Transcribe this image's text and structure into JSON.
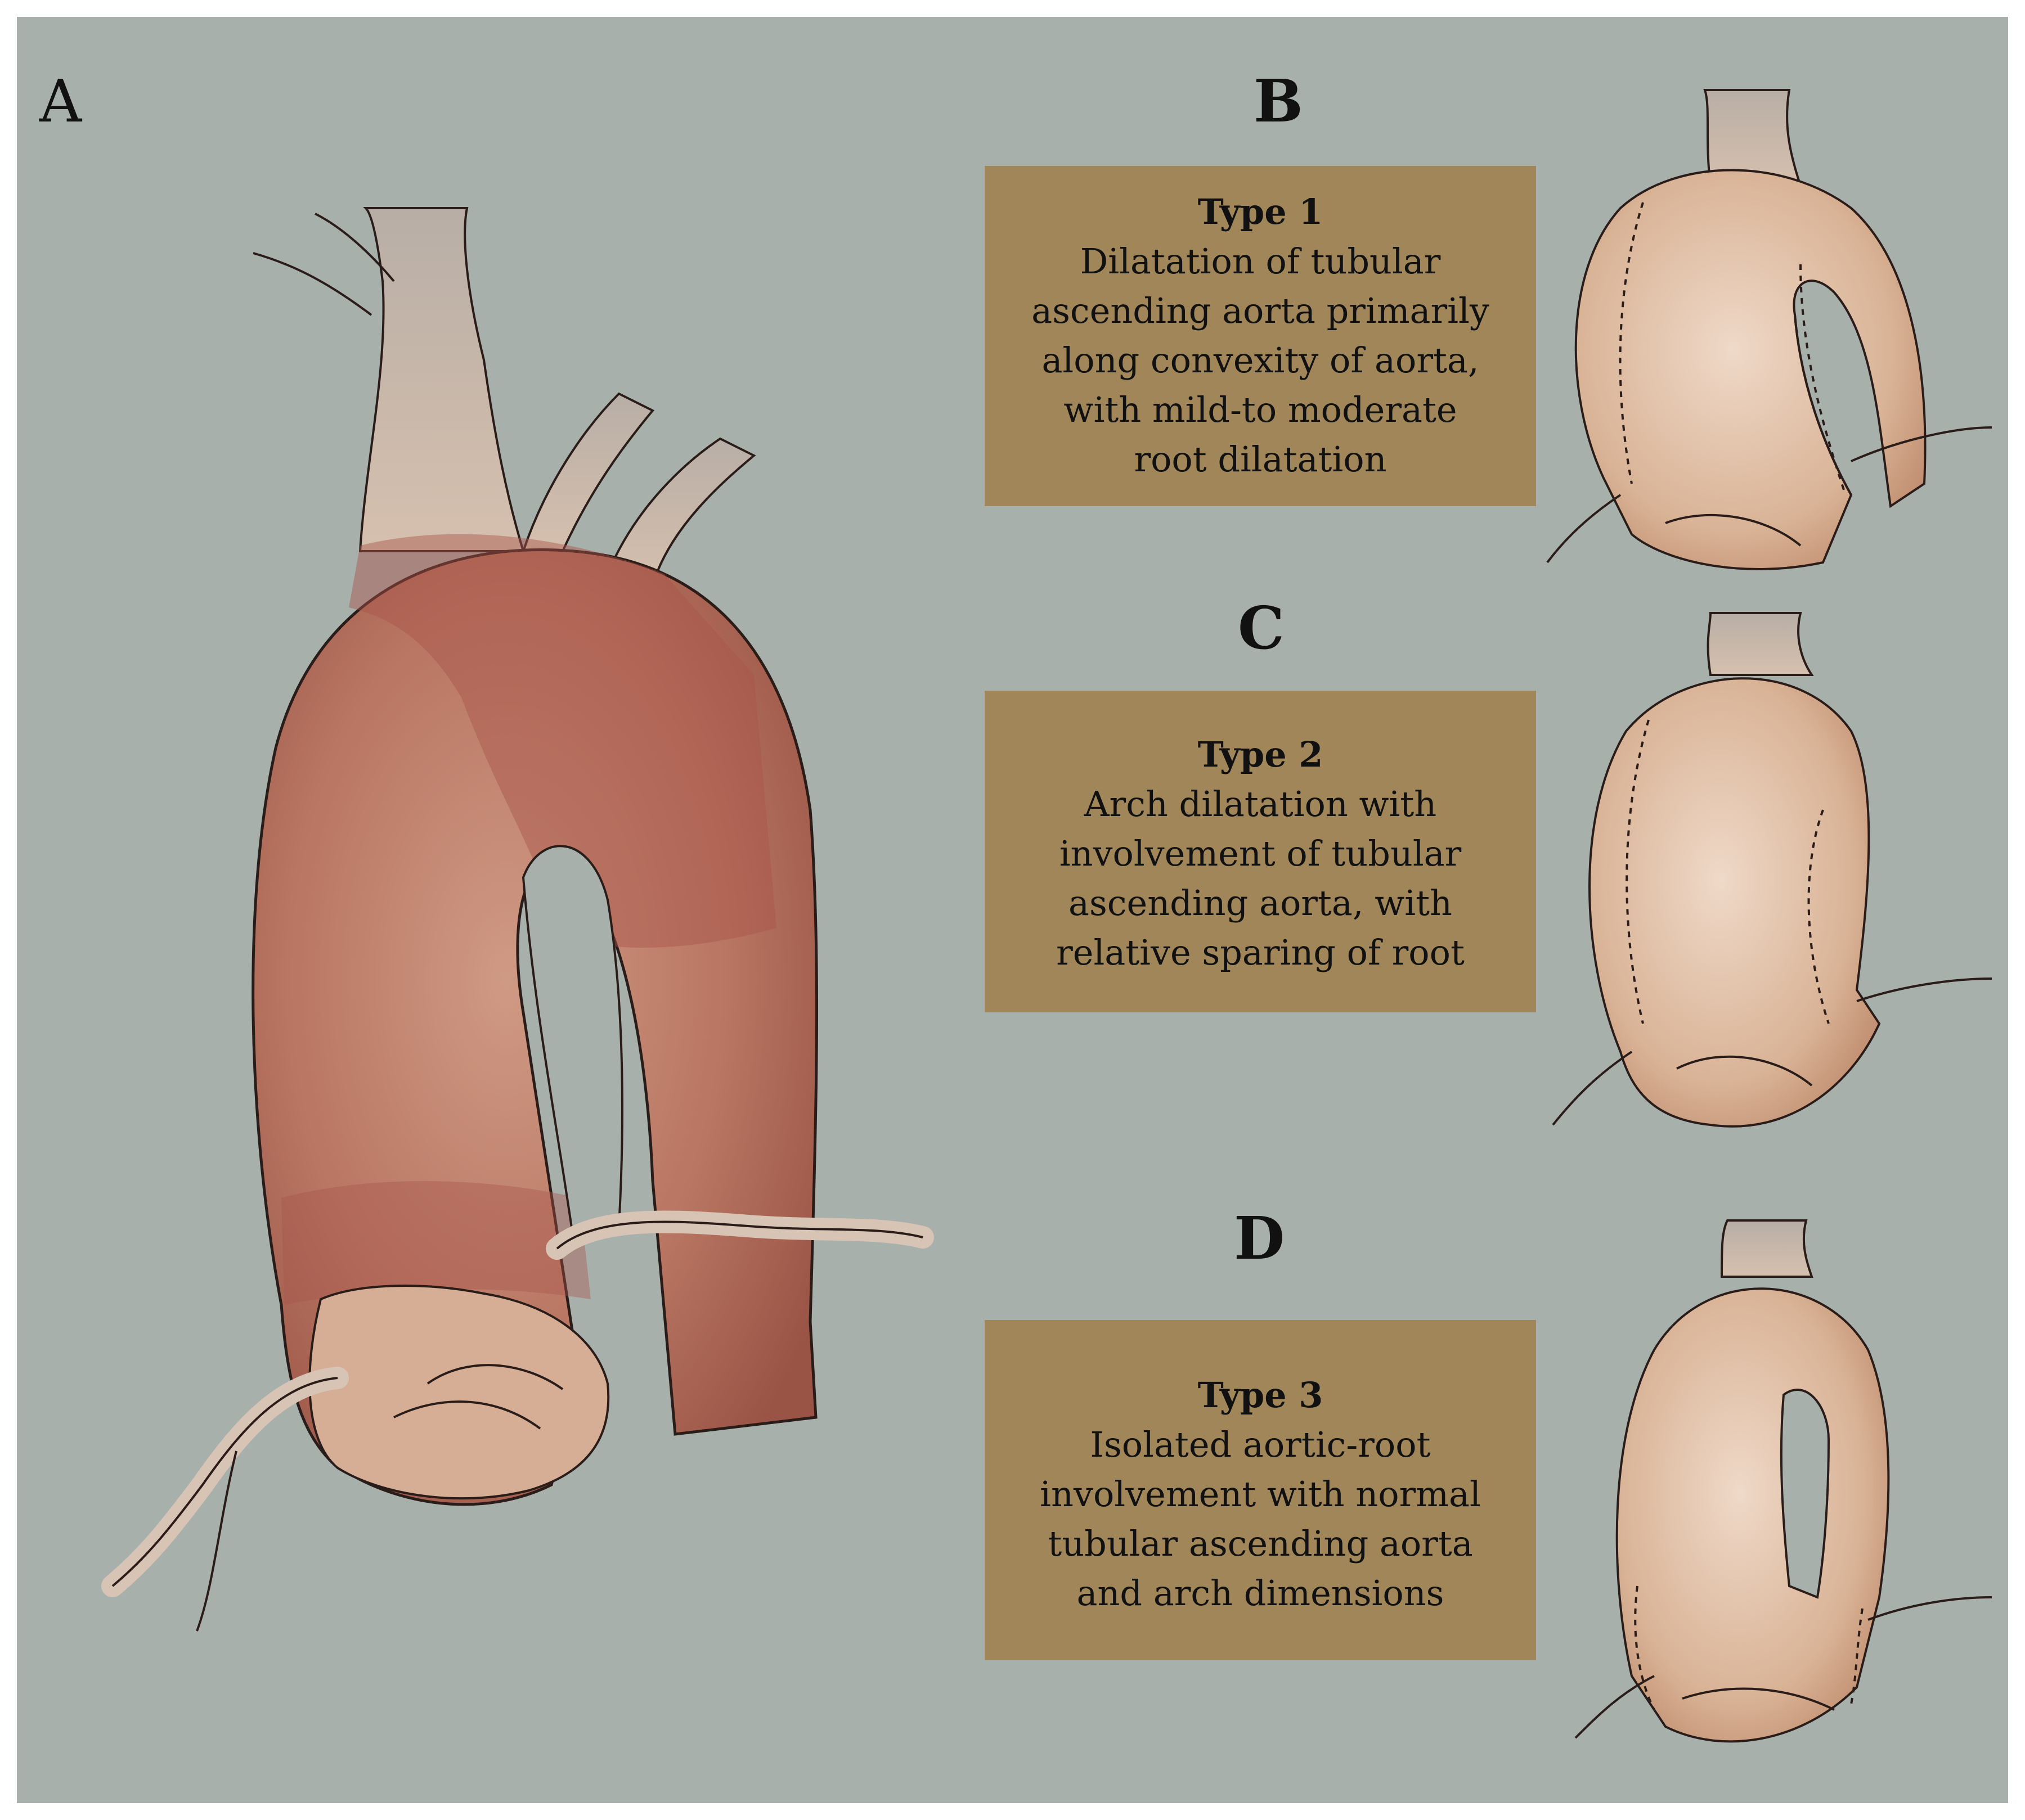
{
  "panels": {
    "a": {
      "letter": "A"
    },
    "b": {
      "letter": "B",
      "title": "Type 1",
      "lines": [
        "Dilatation of tubular",
        "ascending aorta primarily",
        "along convexity of aorta,",
        "with mild-to moderate",
        "root dilatation"
      ]
    },
    "c": {
      "letter": "C",
      "title": "Type 2",
      "lines": [
        "Arch dilatation with",
        "involvement of tubular",
        "ascending aorta, with",
        "relative sparing of root"
      ]
    },
    "d": {
      "letter": "D",
      "title": "Type 3",
      "lines": [
        "Isolated aortic-root",
        "involvement with normal",
        "tubular ascending aorta",
        "and arch dimensions"
      ]
    }
  },
  "colors": {
    "background": "#a8b0ac",
    "aorta_main": "#b87462",
    "aorta_highlight_band": "#a8554a",
    "aorta_light": "#d8b49a",
    "vessel": "#d0b8a4",
    "outline": "#2a1c18",
    "label_box": "#a08658"
  }
}
